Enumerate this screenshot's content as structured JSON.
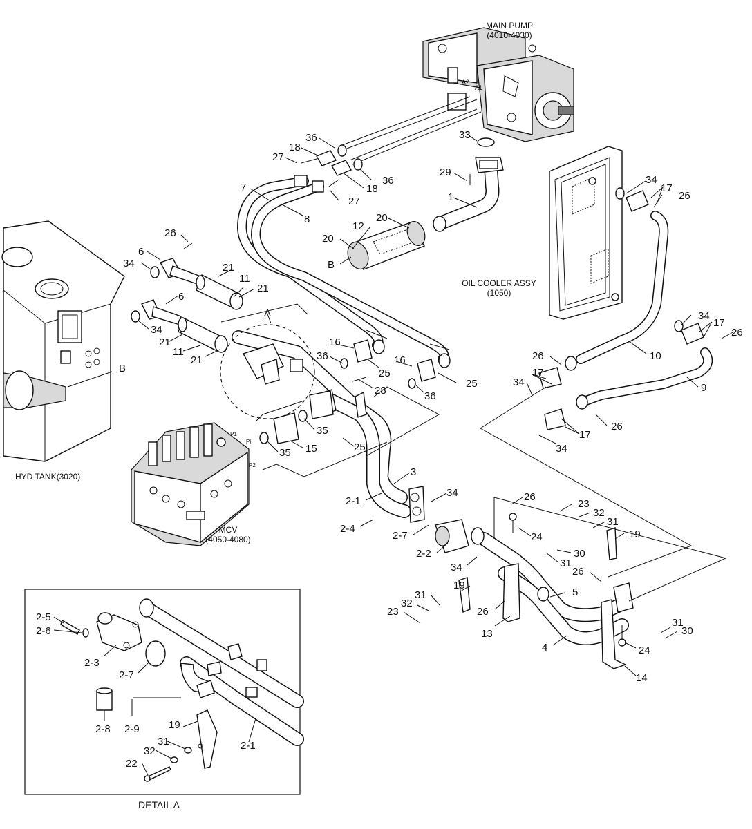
{
  "captions": {
    "main_pump_title": "MAIN PUMP",
    "main_pump_code": "(4010-4030)",
    "oil_cooler_title": "OIL COOLER ASSY",
    "oil_cooler_code": "(1050)",
    "hyd_tank": "HYD TANK(3020)",
    "mcv_title": "MCV",
    "mcv_code": "(4050-4080)",
    "detail_title": "DETAIL A"
  },
  "port_marks": {
    "a1": "A1",
    "a2": "A2",
    "p1": "P1",
    "pi": "Pi",
    "p2": "P2"
  },
  "callouts": {
    "c33": "33",
    "c36a": "36",
    "c36b": "36",
    "c18a": "18",
    "c18b": "18",
    "c27a": "27",
    "c27b": "27",
    "c29": "29",
    "c1": "1",
    "c7": "7",
    "c8": "8",
    "c34a": "34",
    "c17a": "17",
    "c26a": "26",
    "c12": "12",
    "c20a": "20",
    "c20b": "20",
    "cB1": "B",
    "c26b": "26",
    "c6a": "6",
    "c34b": "34",
    "c21a": "21",
    "c11a": "11",
    "c21b": "21",
    "c6b": "6",
    "c34c": "34",
    "c21c": "21",
    "c11b": "11",
    "c21d": "21",
    "cA": "A",
    "cB2": "B",
    "c36c": "36",
    "c16a": "16",
    "c16b": "16",
    "c25a": "25",
    "c25b": "25",
    "c36d": "36",
    "c28": "28",
    "c35a": "35",
    "c35b": "35",
    "c15": "15",
    "c25c": "25",
    "c10": "10",
    "c9": "9",
    "c34d": "34",
    "c17b": "17",
    "c26c": "26",
    "c26d": "26",
    "c17c": "17",
    "c34e": "34",
    "c26e": "26",
    "c17d": "17",
    "c34f": "34",
    "c3": "3",
    "c2_1a": "2-1",
    "c34g": "34",
    "c2_4": "2-4",
    "c2_7a": "2-7",
    "c2_2": "2-2",
    "c34h": "34",
    "c26f": "26",
    "c24a": "24",
    "c23a": "23",
    "c32a": "32",
    "c31a": "31",
    "c19a": "19",
    "c30a": "30",
    "c31b": "31",
    "c26g": "26",
    "c5": "5",
    "c19b": "19",
    "c31c": "31",
    "c32b": "32",
    "c23b": "23",
    "c26h": "26",
    "c13": "13",
    "c4": "4",
    "c31d": "31",
    "c30b": "30",
    "c24b": "24",
    "c14": "14",
    "d2_5": "2-5",
    "d2_6": "2-6",
    "d2_3": "2-3",
    "d2_7": "2-7",
    "d2_8": "2-8",
    "d2_9": "2-9",
    "d19": "19",
    "d2_1": "2-1",
    "d31": "31",
    "d32": "32",
    "d22": "22"
  }
}
